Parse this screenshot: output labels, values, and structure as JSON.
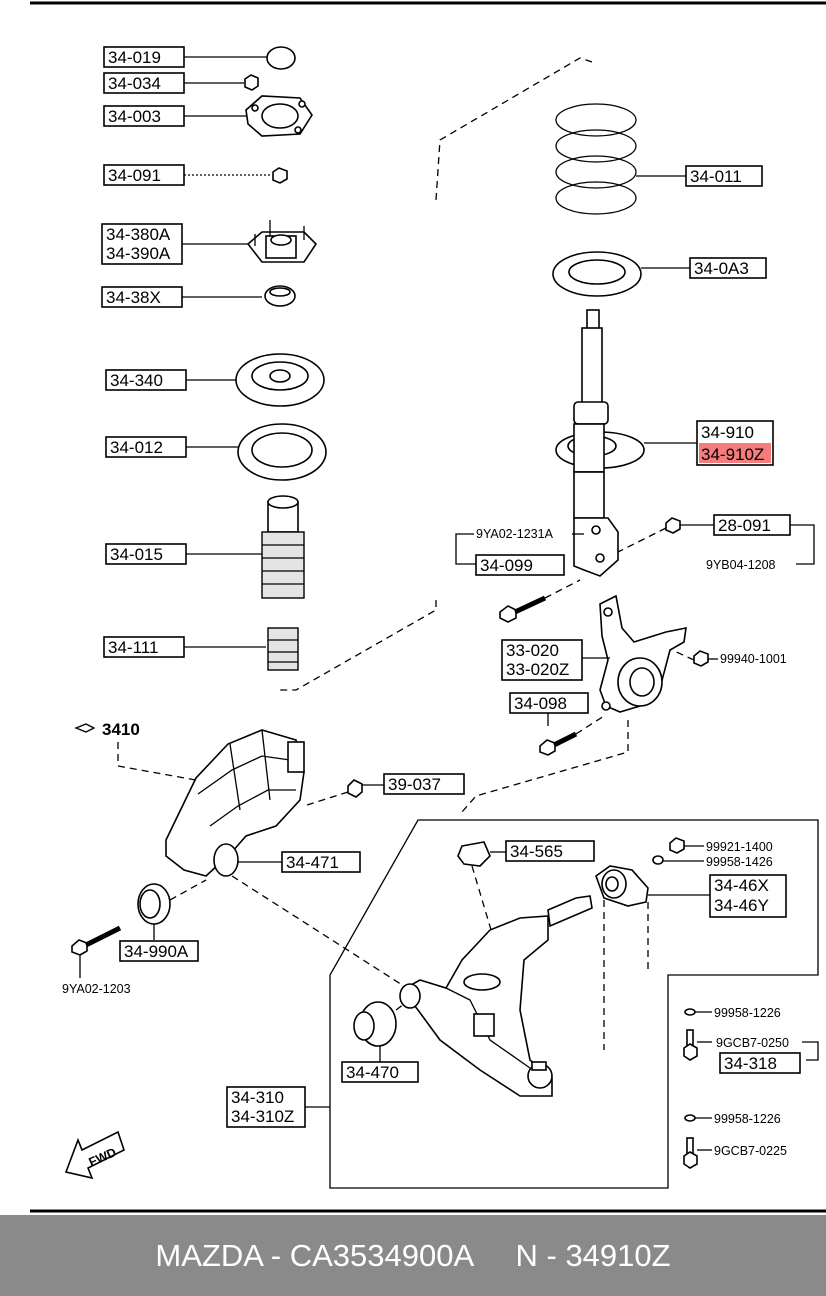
{
  "labels": {
    "l34019": "34-019",
    "l34034": "34-034",
    "l34003": "34-003",
    "l34091": "34-091",
    "l34380a": "34-380A",
    "l34390a": "34-390A",
    "l3438x": "34-38X",
    "l34340": "34-340",
    "l34012": "34-012",
    "l34015": "34-015",
    "l34111": "34-111",
    "l34011": "34-011",
    "l340a3": "34-0A3",
    "l34910": "34-910",
    "l34910z": "34-910Z",
    "l9ya021231a": "9YA02-1231A",
    "l34099": "34-099",
    "l28091": "28-091",
    "l9yb041208": "9YB04-1208",
    "l33020": "33-020",
    "l33020z": "33-020Z",
    "l999401001": "99940-1001",
    "l34098": "34-098",
    "l3410": "3410",
    "l39037": "39-037",
    "l34471": "34-471",
    "l34565": "34-565",
    "l999211400": "99921-1400",
    "l999581426": "99958-1426",
    "l3446x": "34-46X",
    "l3446y": "34-46Y",
    "l34990a": "34-990A",
    "l9ya021203": "9YA02-1203",
    "l999581226a": "99958-1226",
    "l9gcb70250": "9GCB7-0250",
    "l34318": "34-318",
    "l34470": "34-470",
    "l34310": "34-310",
    "l34310z": "34-310Z",
    "l999581226b": "99958-1226",
    "l9gcb70225": "9GCB7-0225",
    "fwd": "FWD"
  },
  "highlight_color": "#f47c7c",
  "footer": {
    "text": "MAZDA - CA3534900A     N - 34910Z",
    "background": "#8a8a8a"
  }
}
